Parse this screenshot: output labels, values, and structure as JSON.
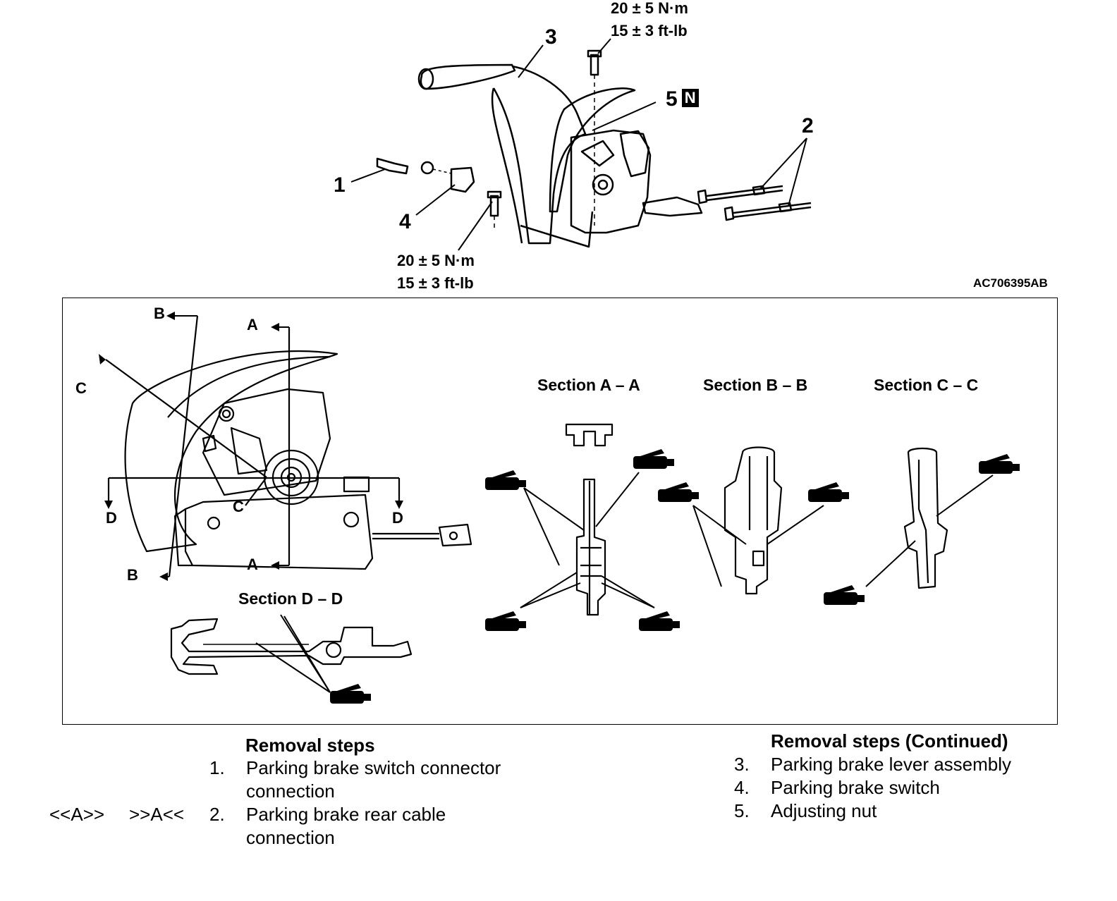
{
  "top_diagram": {
    "callouts": {
      "c1": "1",
      "c2": "2",
      "c3": "3",
      "c4": "4",
      "c5": "5",
      "c5_badge": "N"
    },
    "torque_top": {
      "metric": "20 ± 5 N·m",
      "imperial": "15 ± 3 ft-lb"
    },
    "torque_bottom": {
      "metric": "20 ± 5 N·m",
      "imperial": "15 ± 3 ft-lb"
    },
    "figure_code": "AC706395AB"
  },
  "detail_panel": {
    "markers": {
      "A_top": "A",
      "A_bottom": "A",
      "B_top": "B",
      "B_bottom": "B",
      "C_left": "C",
      "C_center": "C",
      "D_left": "D",
      "D_right": "D"
    },
    "sections": {
      "aa": "Section  A – A",
      "bb": "Section  B – B",
      "cc": "Section  C – C",
      "dd": "Section  D – D"
    }
  },
  "removal_steps": {
    "heading": "Removal steps",
    "heading_continued": "Removal steps (Continued)",
    "ref_a1": "<<A>>",
    "ref_a2": ">>A<<",
    "steps": [
      {
        "num": "1.",
        "line1": "Parking brake switch connector",
        "line2": "connection"
      },
      {
        "num": "2.",
        "line1": "Parking brake rear cable",
        "line2": "connection"
      },
      {
        "num": "3.",
        "line1": "Parking brake lever assembly"
      },
      {
        "num": "4.",
        "line1": "Parking brake switch"
      },
      {
        "num": "5.",
        "line1": "Adjusting nut"
      }
    ]
  }
}
